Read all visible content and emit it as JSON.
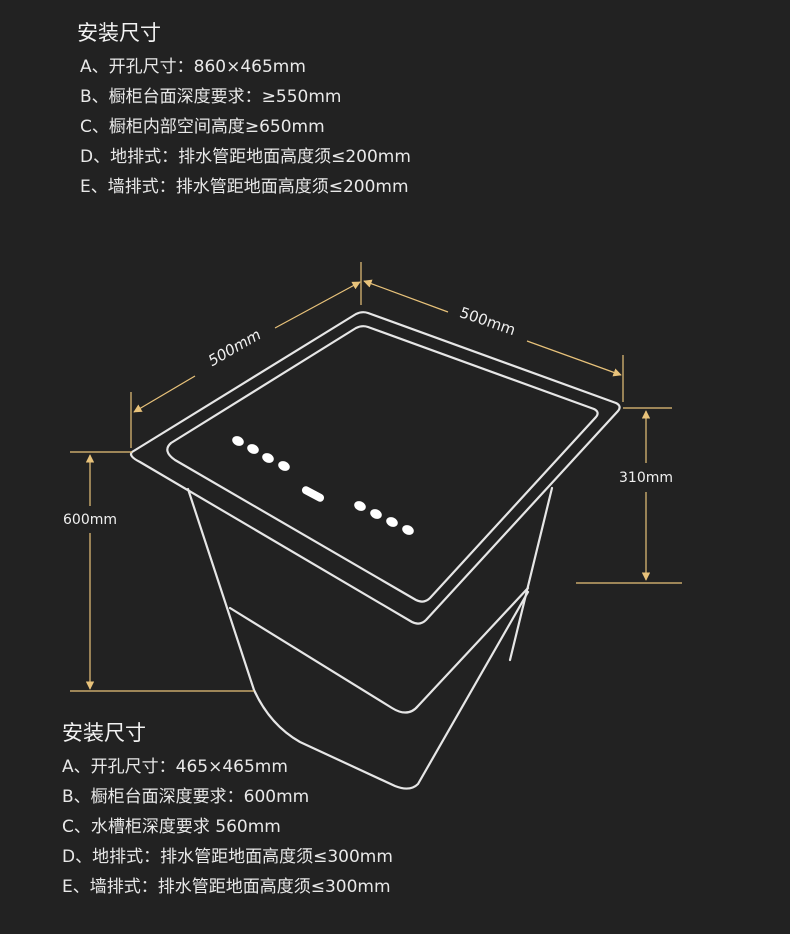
{
  "colors": {
    "background": "#222222",
    "text": "#ececec",
    "dimension_line": "#e8c27a",
    "sink_outline": "#e6e6e6",
    "dots": "#ffffff"
  },
  "spec_top": {
    "title": "安装尺寸",
    "items": [
      "A、开孔尺寸：860×465mm",
      "B、橱柜台面深度要求：≥550mm",
      "C、橱柜内部空间高度≥650mm",
      "D、地排式：排水管距地面高度须≤200mm",
      "E、墙排式：排水管距地面高度须≤200mm"
    ]
  },
  "diagram": {
    "dim_left_top": "500mm",
    "dim_right_top": "500mm",
    "dim_right_height": "310mm",
    "dim_left_height": "600mm"
  },
  "spec_bottom": {
    "title": "安装尺寸",
    "items": [
      "A、开孔尺寸：465×465mm",
      "B、橱柜台面深度要求：600mm",
      "C、水槽柜深度要求 560mm",
      "D、地排式：排水管距地面高度须≤300mm",
      "E、墙排式：排水管距地面高度须≤300mm"
    ]
  }
}
